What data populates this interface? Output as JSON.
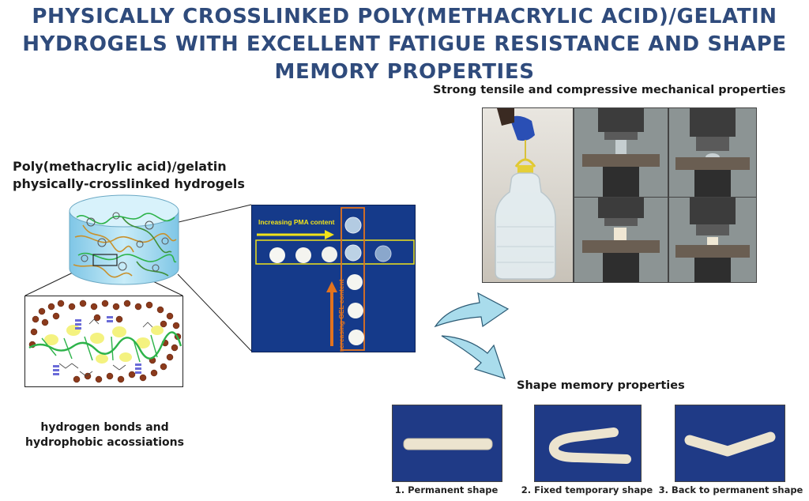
{
  "title": {
    "line1": "PHYSICALLY CROSSLINKED POLY(METHACRYLIC ACID)/GELATIN",
    "line2": "HYDROGELS WITH EXCELLENT FATIGUE RESISTANCE AND SHAPE",
    "line3": "MEMORY PROPERTIES"
  },
  "left": {
    "heading_line1": "Poly(methacrylic acid)/gelatin",
    "heading_line2": "physically-crosslinked hydrogels",
    "bond_caption_line1": "hydrogen bonds and",
    "bond_caption_line2": "hydrophobic acossiations"
  },
  "center": {
    "pma_label": "Increasing PMA content",
    "gel_label": "Increasing GEL content"
  },
  "right_top": {
    "heading": "Strong tensile and compressive mechanical properties"
  },
  "shape_memory": {
    "heading": "Shape memory properties",
    "captions": [
      "1. Permanent shape",
      "2. Fixed temporary shape",
      "3. Back to permanent shape"
    ]
  },
  "colors": {
    "title": "#2f4b7c",
    "panel_blue": "#153a8a",
    "yellow_highlight": "#f0e21a",
    "orange_highlight": "#e2731e",
    "arrow_fill": "#a9dcec",
    "polymer_green": "#2db34a",
    "bead_brown": "#8b3a1c"
  }
}
